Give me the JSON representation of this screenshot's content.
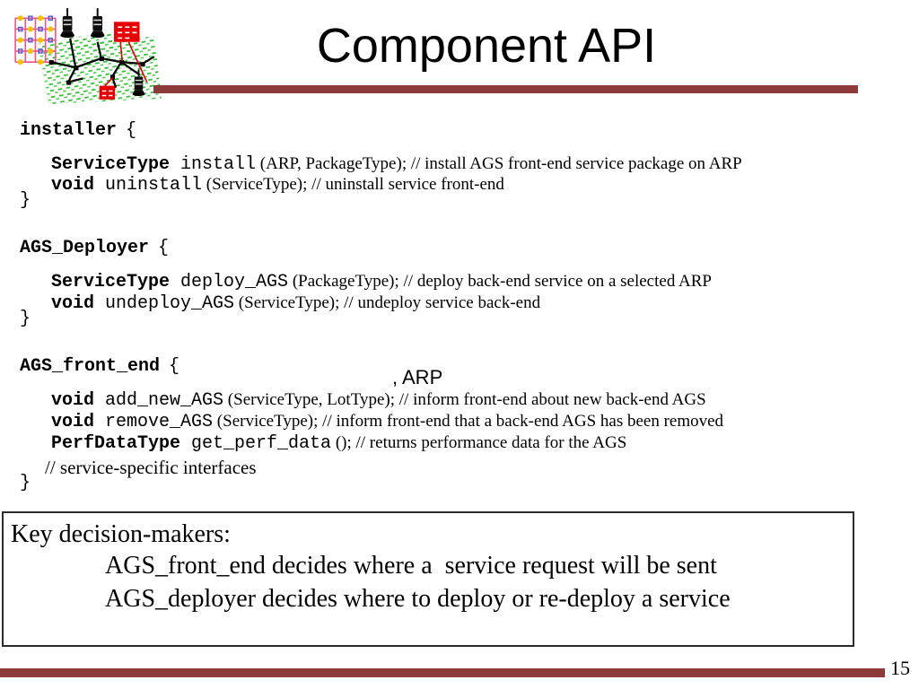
{
  "slide": {
    "title": "Component API",
    "page_number": "15"
  },
  "colors": {
    "accent": "#8c3a3a",
    "logo_green": "#2fbf2f",
    "logo_pink": "#f0558a",
    "logo_yellow": "#f2c200",
    "logo_red": "#e80000"
  },
  "syntax": {
    "open_brace": "{",
    "close_brace": "}"
  },
  "code": {
    "blocks": [
      {
        "name": "installer",
        "lines": [
          {
            "kw": "ServiceType ",
            "fn": "install",
            "rest": " (ARP, PackageType); // install AGS front-end service package on ARP"
          },
          {
            "kw": "void ",
            "fn": "uninstall",
            "rest": " (ServiceType); // uninstall service front-end"
          }
        ]
      },
      {
        "name": "AGS_Deployer",
        "lines": [
          {
            "kw": "ServiceType ",
            "fn": "deploy_AGS",
            "rest": " (PackageType); // deploy back-end service on a selected ARP"
          },
          {
            "kw": "void ",
            "fn": "undeploy_AGS",
            "rest": " (ServiceType); // undeploy service back-end"
          }
        ]
      },
      {
        "name": "AGS_front_end",
        "lines": [
          {
            "kw": "void ",
            "fn": "add_new_AGS",
            "rest": " (ServiceType, LotType); // inform front-end about new back-end AGS"
          },
          {
            "kw": "void ",
            "fn": "remove_AGS",
            "rest": " (ServiceType); // inform front-end that a back-end AGS has been removed"
          },
          {
            "kw": "PerfDataType ",
            "fn": "get_perf_data",
            "rest": " (); // returns performance data for the AGS"
          }
        ],
        "comment": "// service-specific interfaces"
      }
    ],
    "annotation": ", ARP"
  },
  "key_box": {
    "heading": "Key decision-makers:",
    "lines": [
      "AGS_front_end decides where a  service request will be sent",
      "AGS_deployer decides where to deploy or re-deploy a service"
    ]
  }
}
